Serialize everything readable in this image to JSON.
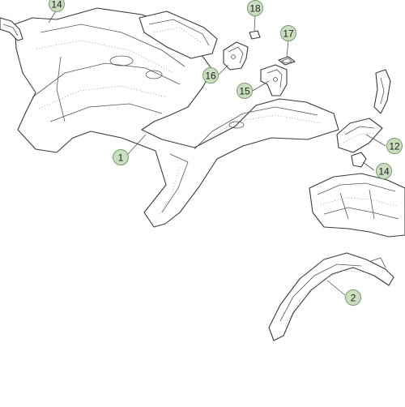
{
  "colors": {
    "callout_fill": "#c9dfbf",
    "line": "#3a3a3a",
    "background": "#ffffff"
  },
  "callouts": [
    {
      "id": "c14a",
      "number": "14"
    },
    {
      "id": "c18",
      "number": "18"
    },
    {
      "id": "c17",
      "number": "17"
    },
    {
      "id": "c16",
      "number": "16"
    },
    {
      "id": "c15",
      "number": "15"
    },
    {
      "id": "c1",
      "number": "1"
    },
    {
      "id": "c12",
      "number": "12"
    },
    {
      "id": "c14b",
      "number": "14"
    },
    {
      "id": "c2",
      "number": "2"
    }
  ]
}
